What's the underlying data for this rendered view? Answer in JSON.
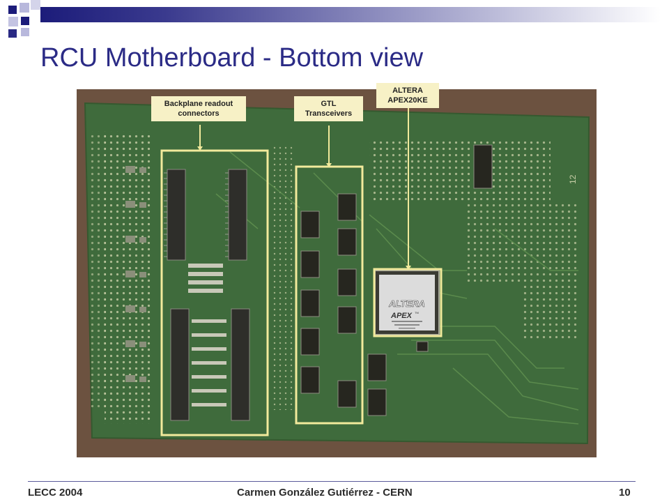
{
  "slide": {
    "title": "RCU Motherboard - Bottom view"
  },
  "callouts": {
    "backplane": "Backplane readout connectors",
    "gtl": "GTL Transceivers",
    "altera": "ALTERA APEX20KE"
  },
  "chip_marking": {
    "brand": "ALTERA",
    "family": "APEX",
    "tm": "TM"
  },
  "board_marking": "12",
  "footer": {
    "left": "LECC 2004",
    "center": "Carmen González Gutiérrez - CERN",
    "page": "10"
  },
  "colors": {
    "title": "#2b2b86",
    "pcb_green": "#3f6b3c",
    "highlight": "#f2ea9c",
    "callout_bg": "#f7f1c6"
  }
}
